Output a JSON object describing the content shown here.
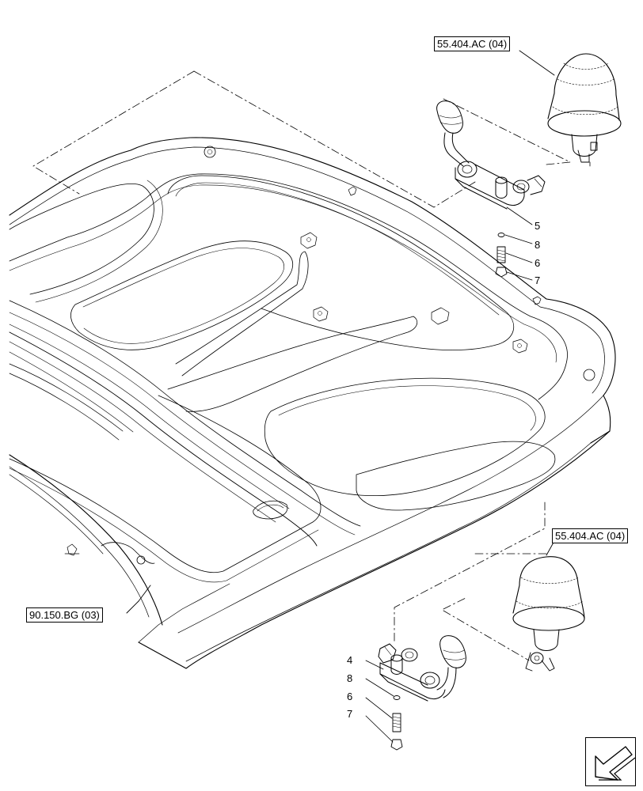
{
  "refs": {
    "beacon_top": "55.404.AC (04)",
    "beacon_bottom": "55.404.AC (04)",
    "cab_roof": "90.150.BG (03)"
  },
  "callouts": {
    "top": [
      "5",
      "8",
      "6",
      "7"
    ],
    "bottom": [
      "4",
      "8",
      "6",
      "7"
    ]
  },
  "icons": {
    "nav": "arrow-down-left-icon"
  }
}
